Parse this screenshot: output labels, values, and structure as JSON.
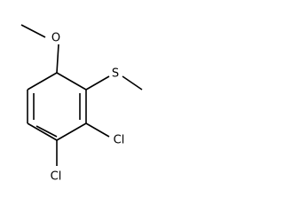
{
  "molecule": {
    "atoms": {
      "oxygen": "O",
      "sulfur": "S",
      "chlorine_upper": "Cl",
      "chlorine_lower": "Cl"
    }
  }
}
